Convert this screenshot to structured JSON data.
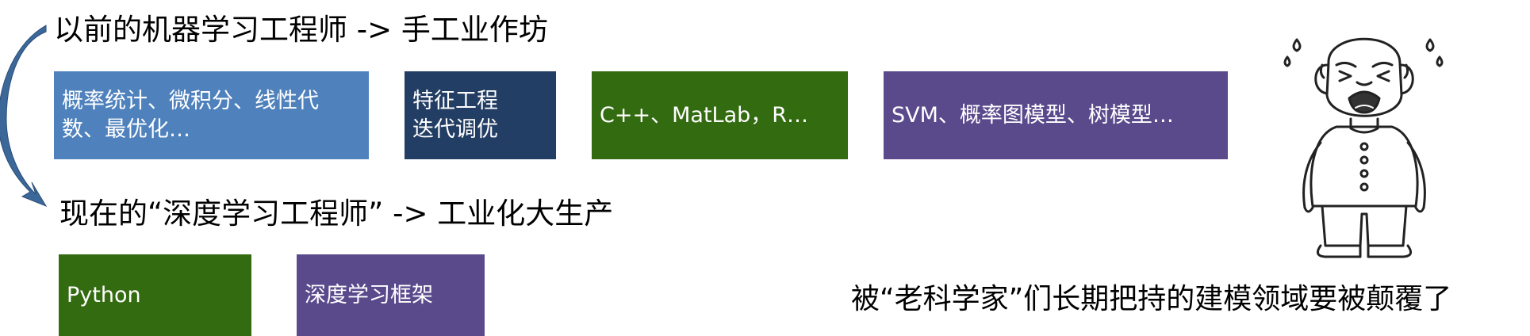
{
  "headings": {
    "past": "以前的机器学习工程师 -> 手工业作坊",
    "now": "现在的“深度学习工程师” -> 工业化大生产"
  },
  "past_boxes": [
    {
      "text": "概率统计、微积分、线性代\n数、最优化…",
      "color": "#4f82bd"
    },
    {
      "text": "特征工程\n迭代调优",
      "color": "#233e64"
    },
    {
      "text": "C++、MatLab，R…",
      "color": "#336b10"
    },
    {
      "text": "SVM、概率图模型、树模型…",
      "color": "#5a4a8c"
    }
  ],
  "now_boxes": [
    {
      "text": "Python",
      "color": "#336b10"
    },
    {
      "text": "深度学习框架",
      "color": "#5a4a8c"
    }
  ],
  "caption": "被“老科学家”们长期把持的建模领域要被颠覆了",
  "icons": {
    "arrow": "curved-arrow-icon",
    "figure": "crying-old-man-icon"
  },
  "colors": {
    "arrow": "#3b6799"
  }
}
